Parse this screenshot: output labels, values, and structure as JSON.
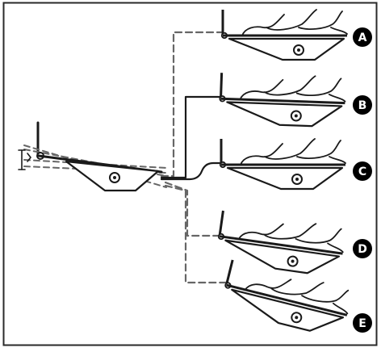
{
  "figure": {
    "badges": [
      "A",
      "B",
      "C",
      "D",
      "E"
    ],
    "colors": {
      "line": "#1a1a1a",
      "dashed": "#666666",
      "frame": "#2a2a2a",
      "badge_fill": "#000000",
      "badge_text": "#ffffff",
      "background": "#ffffff"
    },
    "legs": [
      "A",
      "B",
      "C",
      "D",
      "E"
    ]
  }
}
